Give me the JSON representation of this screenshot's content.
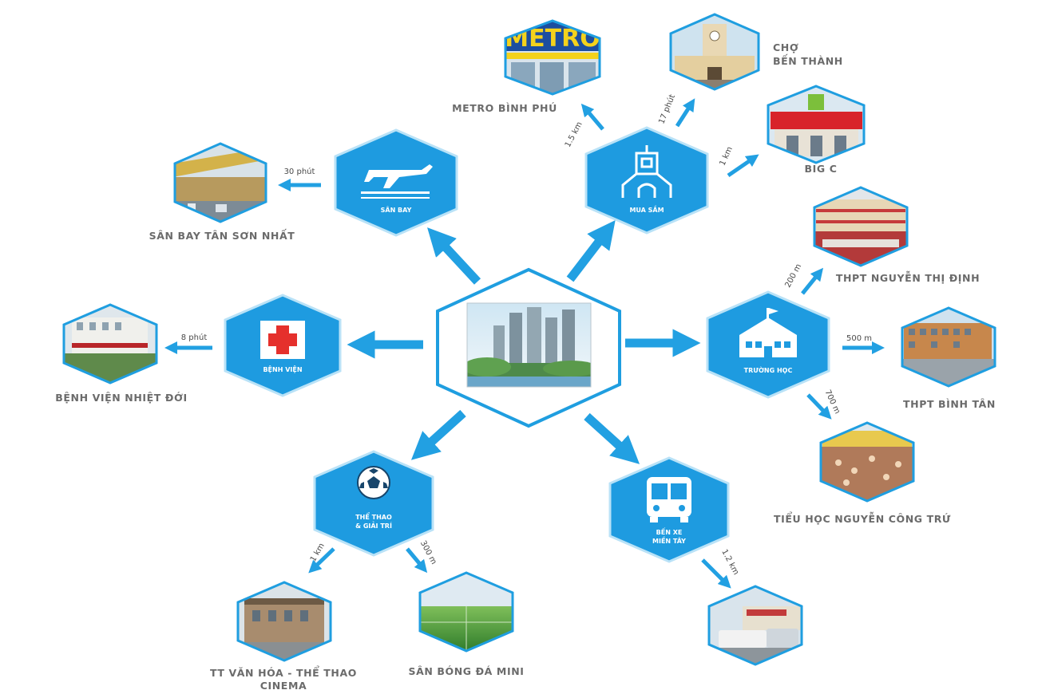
{
  "colors": {
    "hub_fill": "#1e9be0",
    "hub_border": "#b9e2f7",
    "arrow": "#22a0e2",
    "label_gray": "#6b6b6b",
    "center_border": "#1f9ee0"
  },
  "center": {
    "icon": "project-photo"
  },
  "hubs": {
    "airport": {
      "label": "SÂN BAY",
      "icon": "airplane-icon"
    },
    "shopping": {
      "label": "MUA SẮM",
      "icon": "market-building-icon"
    },
    "school": {
      "label": "TRƯỜNG HỌC",
      "icon": "school-building-icon"
    },
    "hospital": {
      "label": "BỆNH VIỆN",
      "icon": "red-cross-icon"
    },
    "sports": {
      "label_1": "THỂ THAO",
      "label_2": "& GIẢI TRÍ",
      "icon": "soccer-ball-icon"
    },
    "bus": {
      "label_1": "BẾN XE",
      "label_2": "MIỀN TÂY",
      "icon": "bus-icon"
    }
  },
  "destinations": {
    "metro": {
      "label": "METRO BÌNH PHÚ",
      "distance": "1.5 km",
      "photo_sign": "METRO"
    },
    "ben_thanh": {
      "label_1": "CHỢ",
      "label_2": "BẾN THÀNH",
      "distance": "17 phút"
    },
    "bigc": {
      "label": "BIG C",
      "distance": "1 km"
    },
    "tan_son_nhat": {
      "label": "SÂN BAY TÂN SƠN NHẤT",
      "distance": "30 phút"
    },
    "nhiet_doi": {
      "label": "BỆNH VIỆN NHIỆT ĐỚI",
      "distance": "8 phút"
    },
    "nguyen_thi_dinh": {
      "label": "THPT NGUYỄN THỊ ĐỊNH",
      "distance": "200 m"
    },
    "binh_tan": {
      "label": "THPT BÌNH TÂN",
      "distance": "500 m"
    },
    "nguyen_cong_tru": {
      "label": "TIỂU HỌC NGUYỄN CÔNG TRỨ",
      "distance": "700 m"
    },
    "van_hoa": {
      "label_1": "TT VĂN HÓA - THỂ THAO",
      "label_2": "CINEMA",
      "distance": "1 km"
    },
    "bong_da": {
      "label": "SÂN BÓNG ĐÁ MINI",
      "distance": "300 m"
    },
    "mien_tay": {
      "distance": "1.2 km"
    }
  }
}
